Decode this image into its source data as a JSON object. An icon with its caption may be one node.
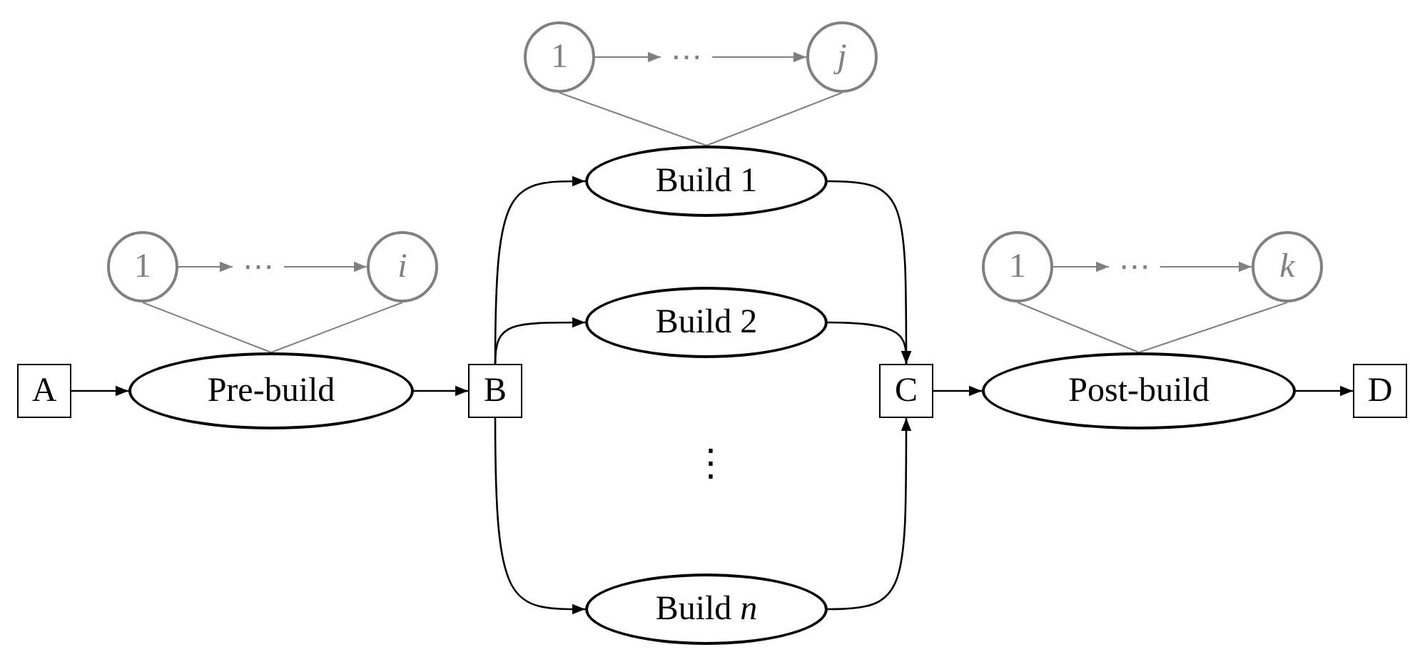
{
  "diagram": {
    "nodes": [
      {
        "text": [
          "A"
        ]
      },
      {
        "text": [
          "Pre-build"
        ]
      },
      {
        "text": [
          "B"
        ]
      },
      {
        "text": [
          "Build 1"
        ]
      },
      {
        "text": [
          "Build 2"
        ]
      },
      {
        "text": [
          "Build *n*"
        ]
      },
      {
        "text": [
          "C"
        ]
      },
      {
        "text": [
          "Post-build"
        ]
      },
      {
        "text": [
          "D"
        ]
      },
      {
        "text": [
          "1"
        ]
      },
      {
        "text": [
          "⋯"
        ]
      },
      {
        "text": [
          "i"
        ]
      },
      {
        "text": [
          "1"
        ]
      },
      {
        "text": [
          "⋯"
        ]
      },
      {
        "text": [
          "j"
        ]
      },
      {
        "text": [
          "1"
        ]
      },
      {
        "text": [
          "⋯"
        ]
      },
      {
        "text": [
          "k"
        ]
      }
    ],
    "edges": [
      {
        "from": 0,
        "to": 1,
        "arrow": "to",
        "color": "#000000"
      },
      {
        "from": 1,
        "to": 2,
        "arrow": "to",
        "color": "#000000"
      },
      {
        "from": 2,
        "to": 3,
        "arrow": "to",
        "color": "#000000"
      },
      {
        "from": 2,
        "to": 4,
        "arrow": "to",
        "color": "#000000"
      },
      {
        "from": 2,
        "to": 5,
        "arrow": "to",
        "color": "#000000"
      },
      {
        "from": 3,
        "to": 6,
        "arrow": "to",
        "color": "#000000"
      },
      {
        "from": 4,
        "to": 6,
        "arrow": "to",
        "color": "#000000"
      },
      {
        "from": 5,
        "to": 6,
        "arrow": "to",
        "color": "#000000"
      },
      {
        "from": 6,
        "to": 7,
        "arrow": "to",
        "color": "#000000"
      },
      {
        "from": 7,
        "to": 8,
        "arrow": "to",
        "color": "#000000"
      },
      {
        "from": 9,
        "to": 10,
        "arrow": "to"
      },
      {
        "from": 10,
        "to": 11,
        "arrow": "to"
      },
      {
        "from": 9,
        "to": 1,
        "arrow": "none"
      },
      {
        "from": 11,
        "to": 1,
        "arrow": "none"
      },
      {
        "from": 12,
        "to": 13,
        "arrow": "to"
      },
      {
        "from": 13,
        "to": 14,
        "arrow": "to"
      },
      {
        "from": 12,
        "to": 3,
        "arrow": "none"
      },
      {
        "from": 14,
        "to": 3,
        "arrow": "none"
      },
      {
        "from": 15,
        "to": 16,
        "arrow": "to"
      },
      {
        "from": 16,
        "to": 17,
        "arrow": "to"
      },
      {
        "from": 15,
        "to": 7,
        "arrow": "none"
      },
      {
        "from": 17,
        "to": 7,
        "arrow": "none"
      }
    ],
    "labels": [
      "⋮"
    ]
  }
}
